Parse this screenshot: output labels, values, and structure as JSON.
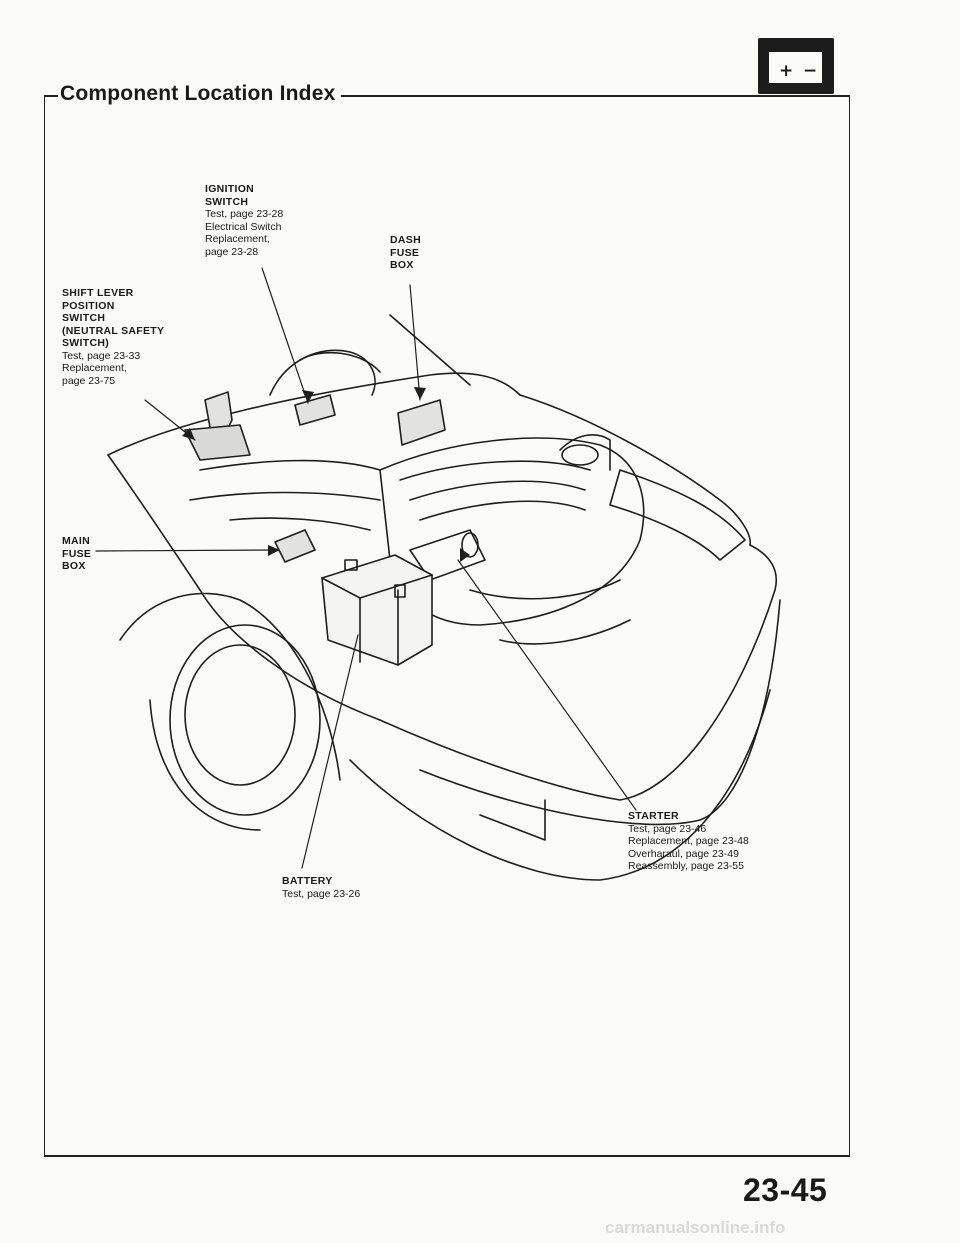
{
  "header": {
    "title": "Component Location Index"
  },
  "icons": {
    "battery_icon": "battery-icon",
    "plus": "+",
    "minus": "−"
  },
  "labels": {
    "ignition": {
      "heading": [
        "IGNITION",
        "SWITCH"
      ],
      "lines": [
        "Test, page 23-28",
        "Electrical Switch",
        "Replacement,",
        "page 23-28"
      ]
    },
    "dash_fuse": {
      "heading": [
        "DASH",
        "FUSE",
        "BOX"
      ]
    },
    "shift_lever": {
      "heading": [
        "SHIFT LEVER",
        "POSITION",
        "SWITCH",
        "(NEUTRAL SAFETY",
        "SWITCH)"
      ],
      "lines": [
        "Test, page 23-33",
        "Replacement,",
        "page 23-75"
      ]
    },
    "main_fuse": {
      "heading": [
        "MAIN",
        "FUSE",
        "BOX"
      ]
    },
    "starter": {
      "heading": [
        "STARTER"
      ],
      "lines": [
        "Test, page 23-46",
        "Replacement, page 23-48",
        "Overharaul, page 23-49",
        "Reassembly, page 23-55"
      ]
    },
    "battery": {
      "heading": [
        "BATTERY"
      ],
      "lines": [
        "Test, page 23-26"
      ]
    }
  },
  "footer": {
    "page_number": "23-45",
    "watermark": "carmanualsonline.info"
  }
}
